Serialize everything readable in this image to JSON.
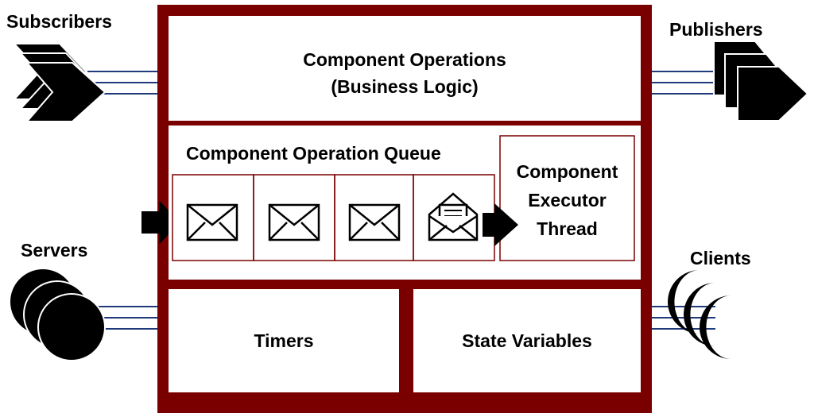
{
  "colors": {
    "frame": "#7a0000",
    "link_line": "#1f3a7a",
    "outline": "#7a0000"
  },
  "component": {
    "operations": {
      "line1": "Component Operations",
      "line2": "(Business Logic)"
    },
    "queue": {
      "title": "Component Operation Queue",
      "message_icons": [
        "envelope-icon",
        "envelope-icon",
        "envelope-icon",
        "open-envelope-icon"
      ]
    },
    "executor": {
      "line1": "Component",
      "line2": "Executor",
      "line3": "Thread"
    },
    "timers": "Timers",
    "state_variables": "State Variables"
  },
  "actors": {
    "subscribers": "Subscribers",
    "publishers": "Publishers",
    "servers": "Servers",
    "clients": "Clients"
  }
}
